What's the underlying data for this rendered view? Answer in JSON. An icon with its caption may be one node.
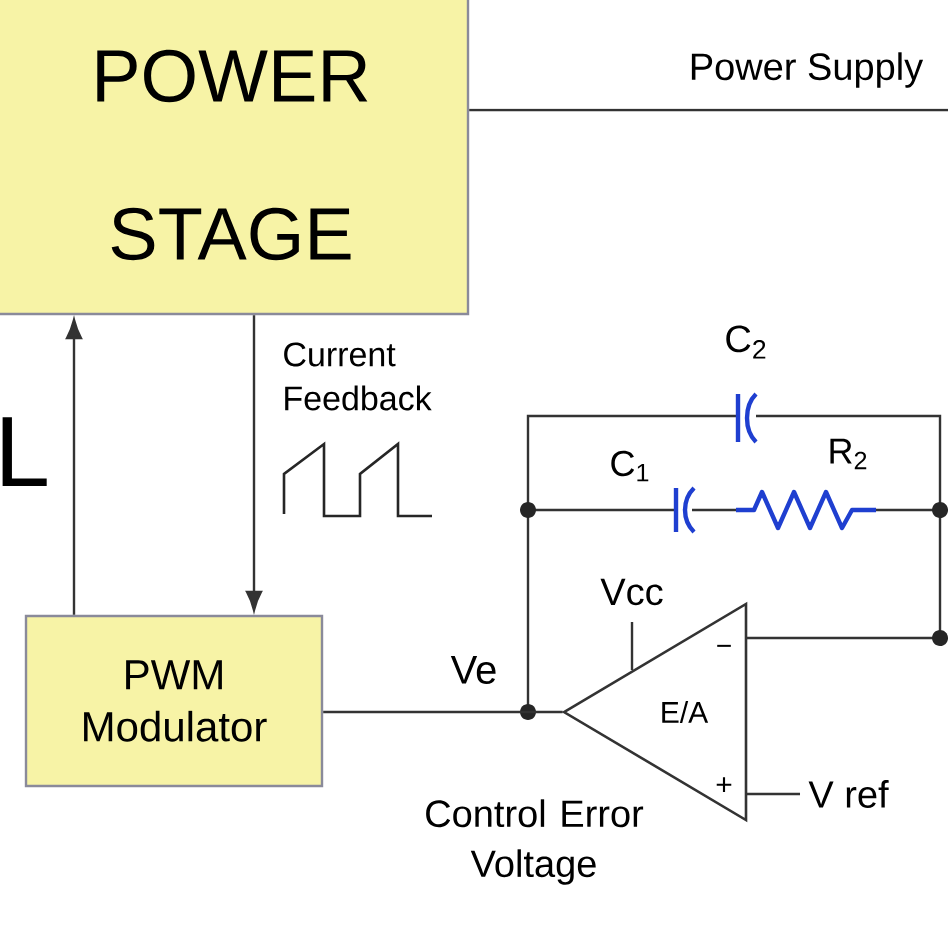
{
  "diagram": {
    "nodes": [
      {
        "text": [
          "POWER STAGE"
        ]
      },
      {
        "text": [
          "PWM Modulator"
        ]
      },
      {
        "text": [
          "E/A"
        ]
      }
    ],
    "edges": [
      {
        "from": 1,
        "to": 0,
        "arrow": "to"
      },
      {
        "from": 0,
        "to": 1,
        "arrow": "to"
      },
      {
        "from": 0,
        "to": null,
        "arrow": "none",
        "label": "Power Supply"
      },
      {
        "from": 2,
        "to": 1,
        "arrow": "none",
        "label": "Ve"
      }
    ],
    "labels": [
      "L",
      "Current Feedback",
      "C$_{2}$",
      "C$_{1}$",
      "R$_{2}$",
      "Vcc",
      "−",
      "+",
      "V ref",
      "Control Error Voltage"
    ]
  }
}
